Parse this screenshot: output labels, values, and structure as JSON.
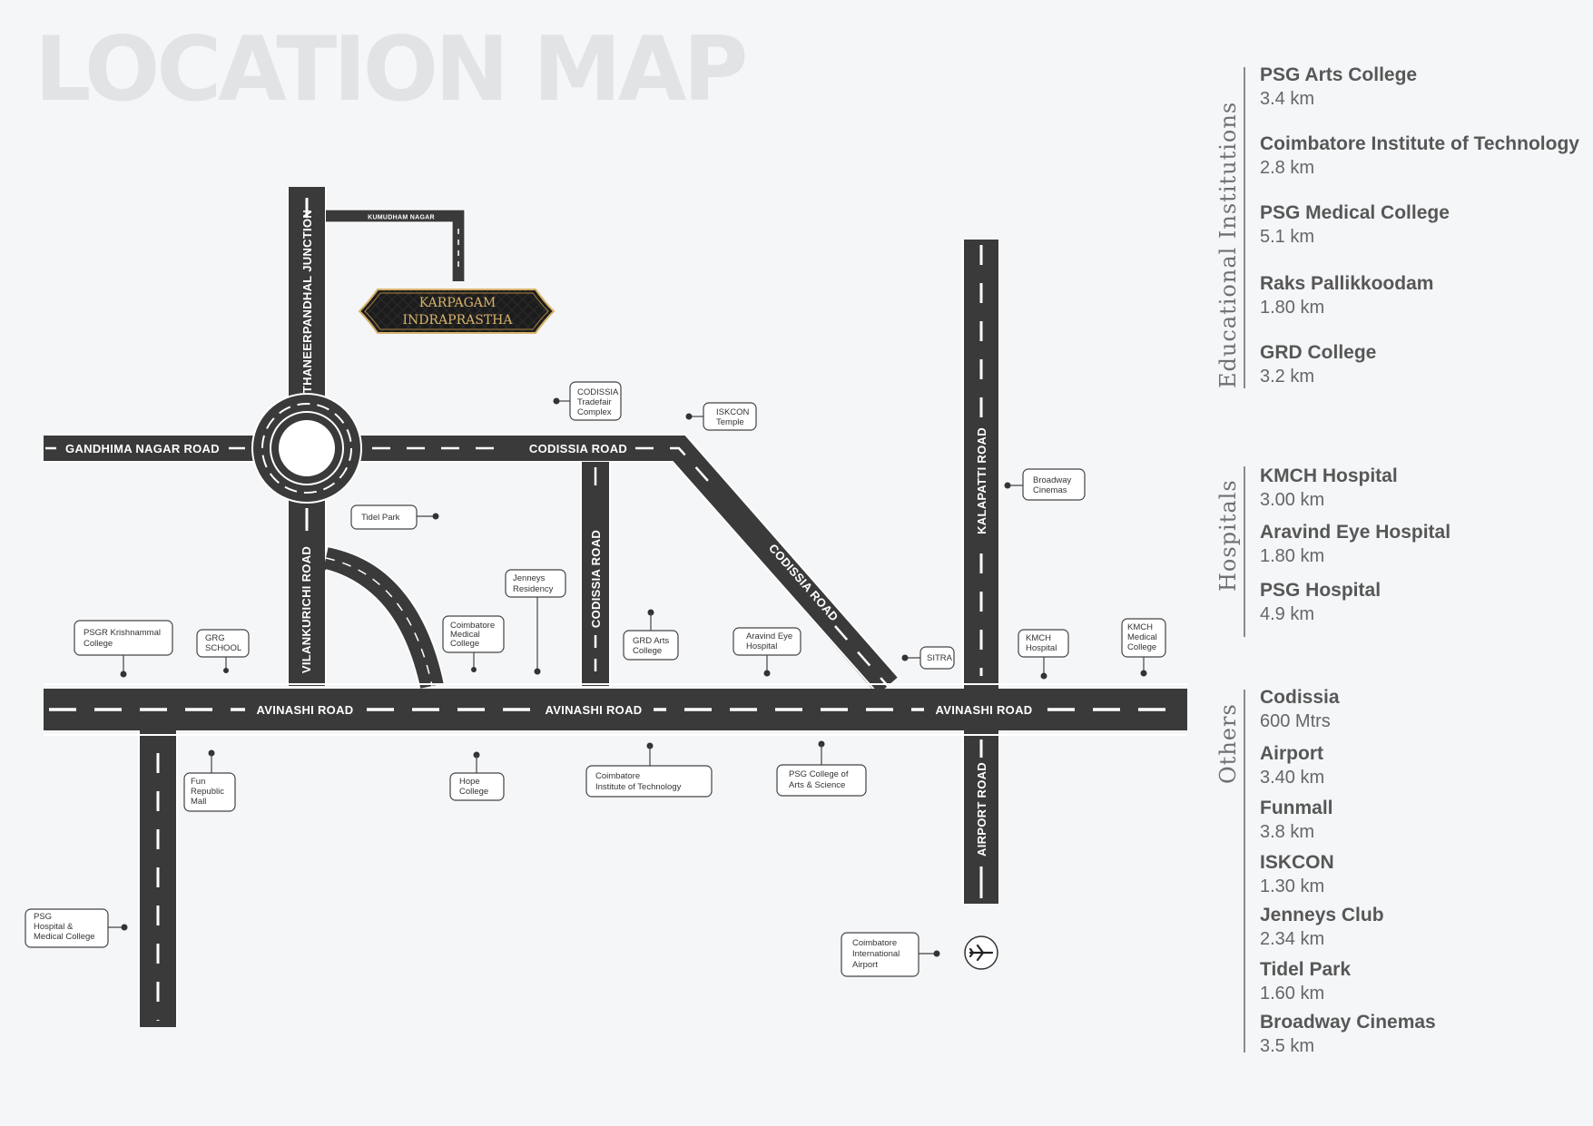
{
  "title": "LOCATION MAP",
  "project": {
    "line1": "KARPAGAM",
    "line2": "INDRAPRASTHA"
  },
  "roads": {
    "thaneerpandhal": "THANEERPANDHAL JUNCTION",
    "kumudham": "KUMUDHAM NAGAR",
    "gandhima": "GANDHIMA NAGAR ROAD",
    "codissia_h": "CODISSIA ROAD",
    "codissia_v": "CODISSIA ROAD",
    "codissia_diag": "CODISSIA ROAD",
    "vilankurichi": "VILANKURICHI ROAD",
    "kalapatti": "KALAPATTI ROAD",
    "airport": "AIRPORT ROAD",
    "avinashi1": "AVINASHI ROAD",
    "avinashi2": "AVINASHI ROAD",
    "avinashi3": "AVINASHI ROAD"
  },
  "poi": {
    "codissia_complex": [
      "CODISSIA",
      "Tradefair",
      "Complex"
    ],
    "iskcon": [
      "ISKCON",
      "Temple"
    ],
    "broadway": [
      "Broadway",
      "Cinemas"
    ],
    "tidel": [
      "Tidel Park"
    ],
    "jenneys": [
      "Jenneys",
      "Residency"
    ],
    "psgr": [
      "PSGR Krishnammal",
      "College"
    ],
    "grg": [
      "GRG",
      "SCHOOL"
    ],
    "cmc": [
      "Coimbatore",
      "Medical",
      "College"
    ],
    "grd": [
      "GRD Arts",
      "College"
    ],
    "aravind": [
      "Aravind Eye",
      "Hospital"
    ],
    "sitra": [
      "SITRA"
    ],
    "kmch": [
      "KMCH",
      "Hospital"
    ],
    "kmch_college": [
      "KMCH",
      "Medical",
      "College"
    ],
    "fun_republic": [
      "Fun",
      "Republic",
      "Mall"
    ],
    "hope": [
      "Hope",
      "College"
    ],
    "cit": [
      "Coimbatore",
      "Institute of Technology"
    ],
    "psg_arts": [
      "PSG College of",
      "Arts & Science"
    ],
    "psg_hospital": [
      "PSG",
      "Hospital &",
      "Medical College"
    ],
    "airport": [
      "Coimbatore",
      "International",
      "Airport"
    ]
  },
  "sidebar": {
    "educational": {
      "label": "Educational Institutions",
      "items": [
        {
          "name": "PSG Arts College",
          "distance": "3.4 km"
        },
        {
          "name": "Coimbatore Institute of Technology",
          "distance": "2.8 km"
        },
        {
          "name": "PSG Medical College",
          "distance": "5.1 km"
        },
        {
          "name": "Raks Pallikkoodam",
          "distance": "1.80 km"
        },
        {
          "name": "GRD College",
          "distance": "3.2 km"
        }
      ]
    },
    "hospitals": {
      "label": "Hospitals",
      "items": [
        {
          "name": "KMCH Hospital",
          "distance": "3.00 km"
        },
        {
          "name": "Aravind Eye Hospital",
          "distance": "1.80 km"
        },
        {
          "name": "PSG Hospital",
          "distance": "4.9 km"
        }
      ]
    },
    "others": {
      "label": "Others",
      "items": [
        {
          "name": "Codissia",
          "distance": "600 Mtrs"
        },
        {
          "name": "Airport",
          "distance": "3.40 km"
        },
        {
          "name": "Funmall",
          "distance": "3.8 km"
        },
        {
          "name": "ISKCON",
          "distance": "1.30 km"
        },
        {
          "name": "Jenneys Club",
          "distance": "2.34 km"
        },
        {
          "name": "Tidel Park",
          "distance": "1.60 km"
        },
        {
          "name": "Broadway Cinemas",
          "distance": "3.5 km"
        }
      ]
    }
  },
  "colors": {
    "road": "#3a3a3a",
    "dash": "#ffffff",
    "gold": "#d8b36a",
    "panel": "#1c1c1c",
    "background": "#f4f6f8"
  },
  "icons": {
    "airport": "airplane-icon"
  }
}
